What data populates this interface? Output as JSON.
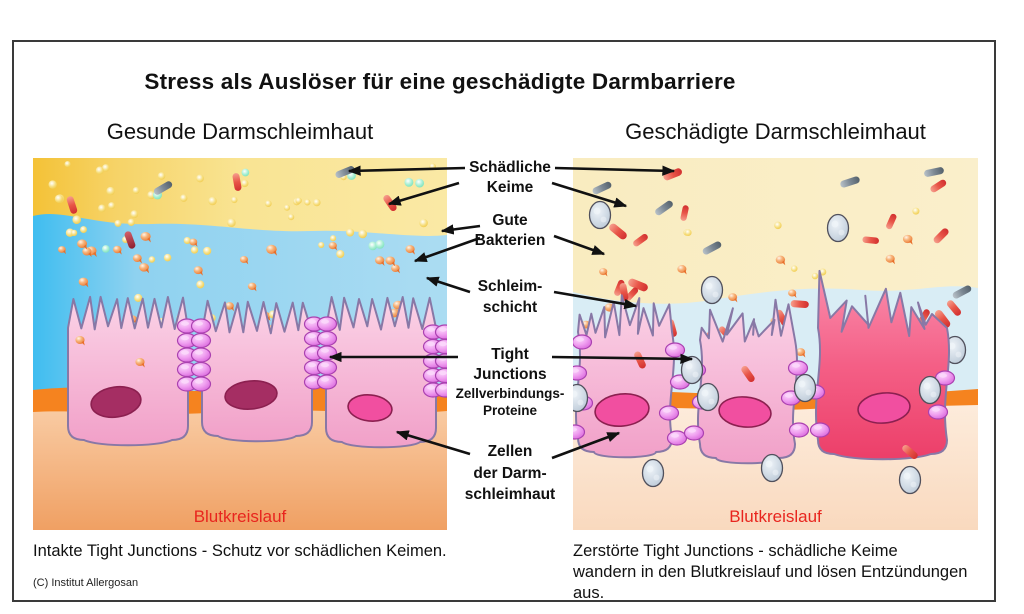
{
  "title": "Stress als Auslöser für eine geschädigte Darmbarriere",
  "panel_left": {
    "heading": "Gesunde Darmschleimhaut",
    "bloodstream_label": "Blutkreislauf",
    "caption": "Intakte Tight Junctions - Schutz vor schädlichen Keimen."
  },
  "panel_right": {
    "heading": "Geschädigte Darmschleimhaut",
    "bloodstream_label": "Blutkreislauf",
    "caption_line1": "Zerstörte Tight Junctions - schädliche Keime",
    "caption_line2": "wandern in den Blutkreislauf und lösen Entzündungen aus."
  },
  "annotations": {
    "harmful_germs": {
      "line1": "Schädliche",
      "line2": "Keime"
    },
    "good_bacteria": {
      "line1": "Gute",
      "line2": "Bakterien"
    },
    "mucus_layer": {
      "line1": "Schleim-",
      "line2": "schicht"
    },
    "tight_junctions": {
      "line1": "Tight",
      "line2": "Junctions",
      "line3": "Zellverbindungs-",
      "line4": "Proteine"
    },
    "mucosa_cells": {
      "line1": "Zellen",
      "line2": "der Darm-",
      "line3": "schleimhaut"
    }
  },
  "footer": {
    "copyright": "(C) Institut Allergosan"
  },
  "colors": {
    "label_red": "#e8251e",
    "lumen_gold": "#f4c237",
    "lumen_pale": "#fae9a5",
    "lumen_right": "#faefcb",
    "mucus_deep": "#3fbdf0",
    "mucus_blue": "#abdcf2",
    "mucus_right": "#d9edf5",
    "cell_pink_light": "#fbd3e7",
    "cell_pink": "#f1a0c8",
    "cell_red_light": "#fa8fae",
    "cell_red": "#ec3f69",
    "cell_outline": "#8878a6",
    "nucleus_dark": "#a52e63",
    "nucleus_pink": "#f14fa0",
    "bead_magenta": "#d254d6",
    "bead_outline": "#aa41b0",
    "membrane_orange": "#f5831f",
    "blood_top": "#f9cda6",
    "blood_bottom": "#f0a063",
    "blood_right_top": "#fdecdc",
    "blood_right_bottom": "#f9d9be",
    "germ_red": "#d12f2f",
    "germ_grey": "#525f6a",
    "dot_yellow": "#eec23c",
    "dot_mint": "#6cdcb2",
    "dot_orange": "#e86f2a",
    "immune_grey": "#aebdcc",
    "arrow_black": "#111111"
  }
}
